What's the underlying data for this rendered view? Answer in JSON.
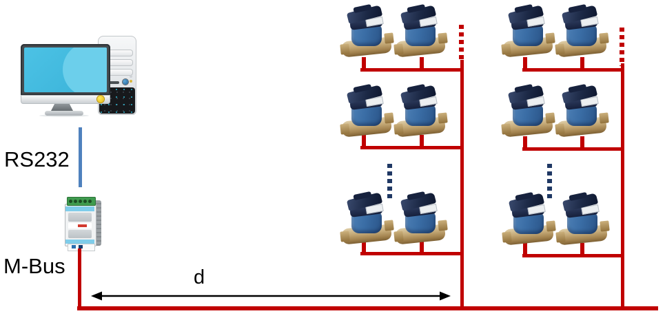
{
  "labels": {
    "rs232": "RS232",
    "mbus": "M-Bus",
    "distance": "d"
  },
  "colors": {
    "bus_line": "#C00000",
    "rs232_line": "#4F81BD",
    "ellipsis_dots": "#1F3864",
    "arrow": "#000000"
  },
  "diagram": {
    "computer": {
      "type": "desktop-pc-with-tower"
    },
    "converter": {
      "type": "rs232-to-mbus-level-converter"
    },
    "meter_groups": [
      {
        "id": "top-left",
        "meter_count": 2
      },
      {
        "id": "top-right",
        "meter_count": 2
      },
      {
        "id": "middle-left",
        "meter_count": 2
      },
      {
        "id": "middle-right",
        "meter_count": 2
      },
      {
        "id": "bottom-left",
        "meter_count": 2
      },
      {
        "id": "bottom-right",
        "meter_count": 2
      }
    ],
    "continuation_marks": {
      "vertical_meter_ellipses": 2,
      "dotted_bus_continuations": 2
    }
  }
}
